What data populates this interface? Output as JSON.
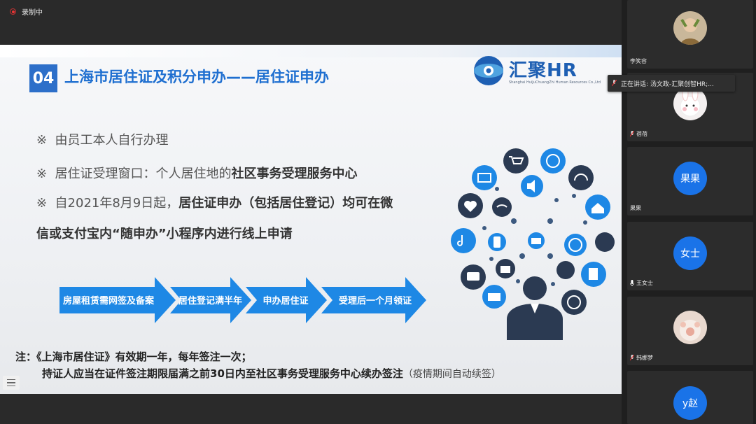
{
  "recording": {
    "label": "录制中"
  },
  "slide": {
    "number": "04",
    "title": "上海市居住证及积分申办——居住证申办",
    "logo": {
      "text": "汇聚HR",
      "subtitle": "Shanghai HuiJuChuangZhi Human Resources Co.,Ltd"
    },
    "bullets": [
      {
        "mark": "※",
        "text": "由员工本人自行办理"
      },
      {
        "mark": "※",
        "text_plain": "居住证受理窗口：个人居住地的",
        "text_bold": "社区事务受理服务中心"
      },
      {
        "mark": "※",
        "text_plain": "自2021年8月9日起，",
        "text_bold": "居住证申办（包括居住登记）均可在微"
      },
      {
        "text_bold": "信或支付宝内“随申办”小程序内进行线上申请"
      }
    ],
    "steps": [
      "房屋租赁需网签及备案",
      "居住登记满半年",
      "申办居住证",
      "受理后一个月领证"
    ],
    "notes": {
      "line1": "注：《上海市居住证》有效期一年，每年签注一次；",
      "line2_bold": "持证人应当在证件签注期限届满之前30日内至社区事务受理服务中心续办签注",
      "line2_light": "（疫情期间自动续签）"
    },
    "colors": {
      "accent": "#2d6fc9",
      "title": "#1f6fd0",
      "arrow": "#1e88e5"
    }
  },
  "speaking_banner": {
    "text": "正在讲话: 汤文政-汇聚创智HR;..."
  },
  "participants": [
    {
      "name": "李笑容",
      "type": "photo",
      "mic": "none"
    },
    {
      "name": "蓓蓓",
      "type": "photo",
      "mic": "muted"
    },
    {
      "name": "果果",
      "type": "initials",
      "initials": "果果",
      "mic": "none"
    },
    {
      "name": "王女士",
      "type": "initials",
      "initials": "女士",
      "mic": "on"
    },
    {
      "name": "韩娜梦",
      "type": "photo",
      "mic": "muted"
    },
    {
      "name": "",
      "type": "initials",
      "initials": "y赵",
      "mic": "none"
    }
  ]
}
